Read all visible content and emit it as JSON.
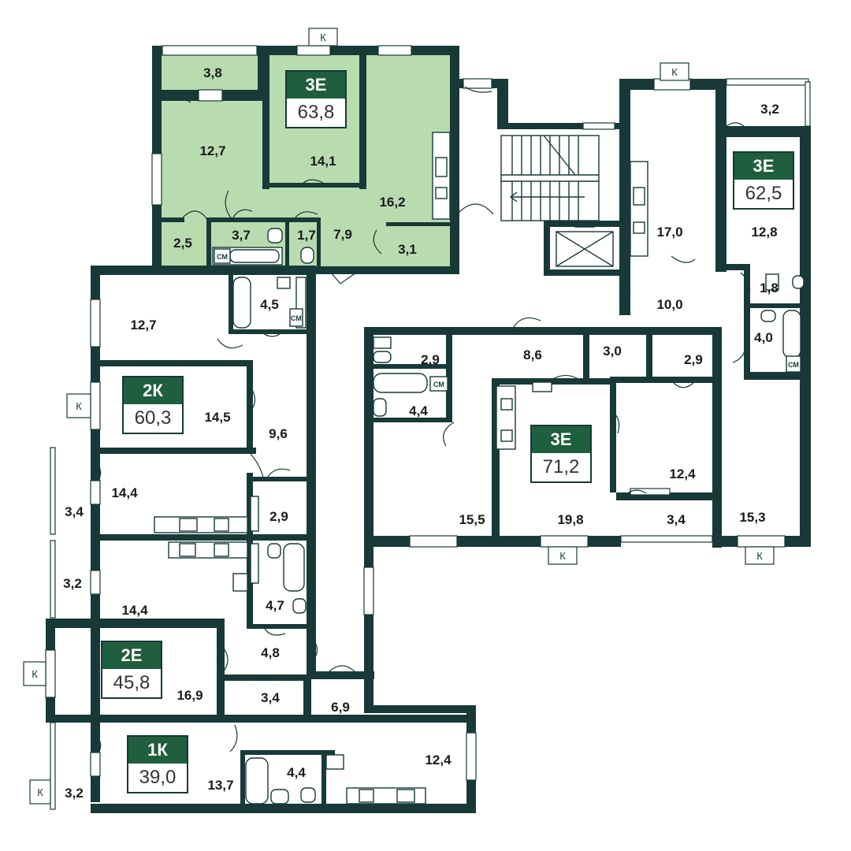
{
  "colors": {
    "wall": "#183937",
    "highlight_fill": "#b9dbb0",
    "badge_header": "#1f5e3e"
  },
  "apartments": [
    {
      "type": "3Е",
      "area": "63,8",
      "highlighted": true
    },
    {
      "type": "3Е",
      "area": "62,5"
    },
    {
      "type": "2К",
      "area": "60,3"
    },
    {
      "type": "3Е",
      "area": "71,2"
    },
    {
      "type": "2Е",
      "area": "45,8"
    },
    {
      "type": "1К",
      "area": "39,0"
    }
  ],
  "rooms": [
    "3,8",
    "12,7",
    "14,1",
    "16,2",
    "2,5",
    "3,7",
    "1,7",
    "7,9",
    "3,1",
    "3,2",
    "17,0",
    "12,8",
    "10,0",
    "1,8",
    "4,0",
    "4,5",
    "12,7",
    "14,5",
    "9,6",
    "2,9",
    "8,6",
    "3,0",
    "2,9",
    "4,4",
    "12,4",
    "15,5",
    "19,8",
    "3,4",
    "15,3",
    "3,4",
    "14,4",
    "2,9",
    "3,2",
    "14,4",
    "4,7",
    "4,8",
    "16,9",
    "3,4",
    "6,9",
    "12,4",
    "3,2",
    "13,7",
    "4,4"
  ],
  "balcony_marker": "К",
  "washer_marker": "СМ",
  "stairs_icon": "stairs-icon",
  "elevator_icon": "elevator-icon"
}
